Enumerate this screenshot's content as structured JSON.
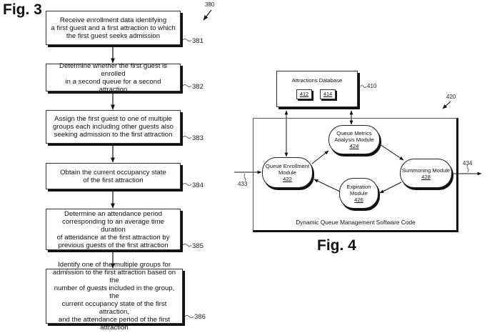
{
  "fig3": {
    "title": "Fig. 3",
    "ref": "380",
    "steps": [
      {
        "ref": "381",
        "text": "Receive enrollment data identifying a first guest and a first attraction to which the first guest seeks admission",
        "lines": [
          "Receive enrollment data identifying",
          "a first guest and a first attraction to which",
          "the first guest seeks admission"
        ]
      },
      {
        "ref": "382",
        "text": "Determine whether the first guest is enrolled in a second queue for a second attraction",
        "lines": [
          "Determine whether the first guest is enrolled",
          "in a second queue for a second attraction"
        ]
      },
      {
        "ref": "383",
        "text": "Assign the first guest to one of multiple groups each including other guests also seeking admission to the first attraction",
        "lines": [
          "Assign the first guest to one of multiple",
          "groups each including other guests also",
          "seeking admission to the first attraction"
        ]
      },
      {
        "ref": "384",
        "text": "Obtain the current occupancy state of the first attraction",
        "lines": [
          "Obtain the current occupancy state",
          "of the first attraction"
        ]
      },
      {
        "ref": "385",
        "text": "Determine an attendance period corresponding to an average time duration of attendance at the first attraction by previous guests of the first attraction",
        "lines": [
          "Determine an attendance period",
          "corresponding to an average time duration",
          "of attendance at the first attraction by",
          "previous guests of the first attraction"
        ]
      },
      {
        "ref": "386",
        "text": "Identify one of the multiple groups for admission to the first attraction based on the number of guests included in the group, the current occupancy state of the first attraction, and the attendance period of the first attraction",
        "lines": [
          "Identify one of the multiple groups for",
          "admission to the first attraction based on the",
          "number of guests included in the group, the",
          "current occupancy state of the first attraction,",
          "and the attendance period of the first attraction"
        ]
      }
    ]
  },
  "fig4": {
    "title": "Fig. 4",
    "ref": "420",
    "database": {
      "title": "Attractions Database",
      "ref": "410",
      "items": [
        "412",
        "414"
      ]
    },
    "container_label": "Dynamic Queue Management Software Code",
    "modules": {
      "enrollment": {
        "name_lines": [
          "Queue Enrollment",
          "Module"
        ],
        "num": "422"
      },
      "metrics": {
        "name_lines": [
          "Queue Metrics",
          "Analysis Module"
        ],
        "num": "424"
      },
      "expiration": {
        "name_lines": [
          "Expiration",
          "Module"
        ],
        "num": "426"
      },
      "summoning": {
        "name_lines": [
          "Summoning Module"
        ],
        "num": "428"
      }
    },
    "input_ref": "433",
    "output_ref": "434"
  }
}
